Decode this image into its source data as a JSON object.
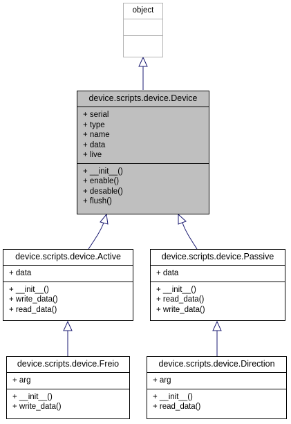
{
  "diagram": {
    "object_class": {
      "name": "object"
    },
    "device_class": {
      "name": "device.scripts.device.Device",
      "attributes": [
        "+ serial",
        "+ type",
        "+ name",
        "+ data",
        "+ live"
      ],
      "methods": [
        "+ __init__()",
        "+ enable()",
        "+ desable()",
        "+ flush()"
      ]
    },
    "active_class": {
      "name": "device.scripts.device.Active",
      "attributes": [
        "+ data"
      ],
      "methods": [
        "+ __init__()",
        "+ write_data()",
        "+ read_data()"
      ]
    },
    "passive_class": {
      "name": "device.scripts.device.Passive",
      "attributes": [
        "+ data"
      ],
      "methods": [
        "+ __init__()",
        "+ read_data()",
        "+ write_data()"
      ]
    },
    "freio_class": {
      "name": "device.scripts.device.Freio",
      "attributes": [
        "+ arg"
      ],
      "methods": [
        "+ __init__()",
        "+ write_data()"
      ]
    },
    "direction_class": {
      "name": "device.scripts.device.Direction",
      "attributes": [
        "+ arg"
      ],
      "methods": [
        "+ __init__()",
        "+ read_data()"
      ]
    },
    "colors": {
      "highlight": "#bfbfbf",
      "edge": "#191970",
      "object_border": "#b3b3b3"
    }
  }
}
